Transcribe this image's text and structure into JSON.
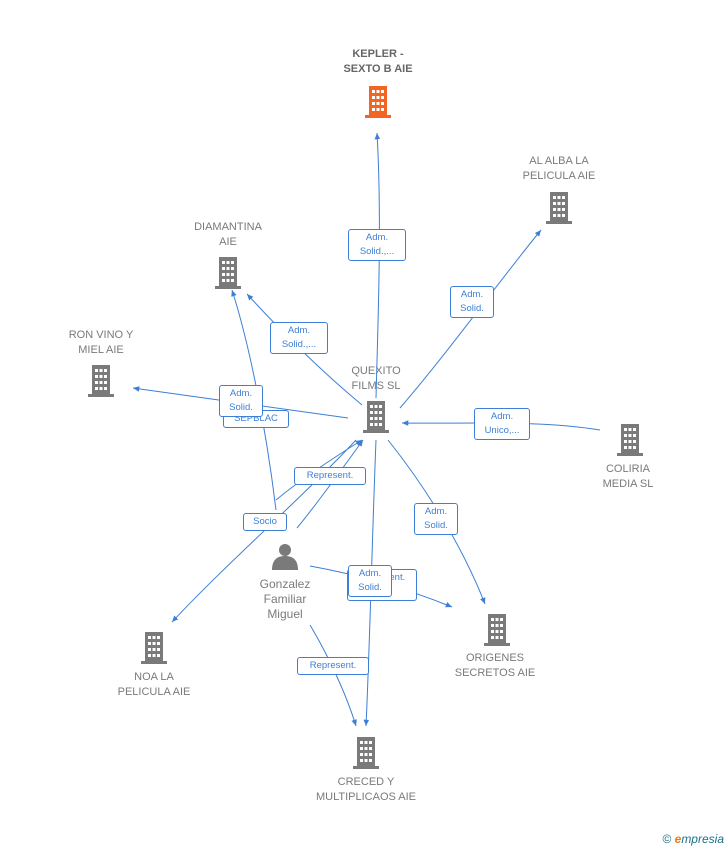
{
  "colors": {
    "edge": "#3d7fd6",
    "building": "#7a7a7a",
    "highlight": "#f26522"
  },
  "nodes": {
    "kepler": {
      "label": "KEPLER -\nSEXTO B AIE",
      "icon": "building-icon-highlight"
    },
    "alba": {
      "label": "AL ALBA LA\nPELICULA AIE",
      "icon": "building-icon"
    },
    "diamantina": {
      "label": "DIAMANTINA\nAIE",
      "icon": "building-icon"
    },
    "ronvino": {
      "label": "RON VINO Y\nMIEL AIE",
      "icon": "building-icon"
    },
    "quexito": {
      "label": "QUEXITO\nFILMS  SL",
      "icon": "building-icon"
    },
    "coliria": {
      "label": "COLIRIA\nMEDIA  SL",
      "icon": "building-icon"
    },
    "gonzalez": {
      "label": "Gonzalez\nFamiliar\nMiguel",
      "icon": "person-icon"
    },
    "origenes": {
      "label": "ORIGENES\nSECRETOS  AIE",
      "icon": "building-icon"
    },
    "noa": {
      "label": "NOA LA\nPELICULA AIE",
      "icon": "building-icon"
    },
    "creced": {
      "label": "CRECED Y\nMULTIPLICAOS AIE",
      "icon": "building-icon"
    }
  },
  "edge_labels": {
    "kepler": "Adm.\nSolid.,...",
    "alba": "Adm.\nSolid.",
    "diamantina": "Adm.\nSolid.,...",
    "ronvino": "Adm.\nSolid.",
    "sepblac": "SEPBLAC",
    "coliria": "Adm.\nUnico,...",
    "represent1": "Represent.",
    "socio": "Socio",
    "origenes": "Adm.\nSolid.",
    "represent_rm": "Represent.\nRM",
    "creced": "Adm.\nSolid.",
    "represent2": "Represent."
  },
  "footer": {
    "copyright": "©",
    "brand_e": "e",
    "brand_rest": "mpresia"
  }
}
